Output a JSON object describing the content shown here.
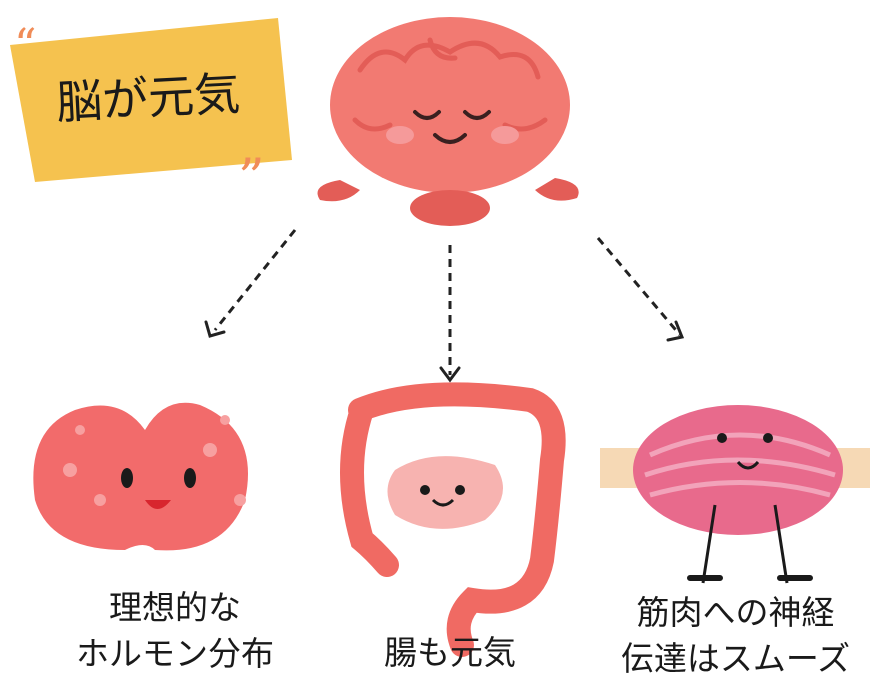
{
  "title_card": {
    "text": "脳が元気",
    "quote_open": "❝",
    "quote_close": "❞"
  },
  "nodes": {
    "brain": {
      "label": ""
    },
    "thyroid": {
      "lines": [
        "理想的な",
        "ホルモン分布"
      ]
    },
    "gut": {
      "lines": [
        "腸も元気"
      ]
    },
    "muscle": {
      "lines": [
        "筋肉への神経",
        "伝達はスムーズ"
      ]
    }
  },
  "colors": {
    "card": "#F5C24F",
    "brain": "#F27A72",
    "brain_dark": "#E35D57",
    "thyroid": "#F26B6B",
    "gut": "#F06A63",
    "muscle": "#E86A8C",
    "band": "#F6D9B5",
    "arrow": "#222222",
    "quote": "#F08C58"
  }
}
